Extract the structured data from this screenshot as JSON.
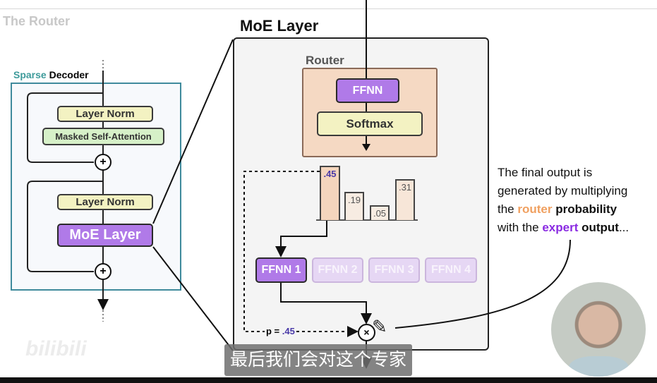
{
  "page_title": "The Router",
  "decoder": {
    "label_sparse": "Sparse",
    "label_decoder": "Decoder",
    "layer_norm_1": "Layer Norm",
    "masked_attention": "Masked Self-Attention",
    "layer_norm_2": "Layer Norm",
    "moe_layer": "MoE Layer"
  },
  "moe_panel": {
    "title": "MoE Layer",
    "router_label": "Router",
    "ffnn": "FFNN",
    "softmax": "Softmax",
    "probabilities": [
      ".45",
      ".19",
      ".05",
      ".31"
    ],
    "probability_values": [
      0.45,
      0.19,
      0.05,
      0.31
    ],
    "experts": [
      "FFNN 1",
      "FFNN 2",
      "FFNN 3",
      "FFNN 4"
    ],
    "selected_expert": "FFNN 1",
    "p_label": "p =",
    "p_value": ".45"
  },
  "annotation": {
    "line1": "The final output is",
    "line2": "generated by multiplying",
    "line3_a": "the",
    "line3_router": "router",
    "line3_prob": "probability",
    "line4_a": "with the",
    "line4_expert": "expert",
    "line4_output": "output",
    "line4_ellipsis": "..."
  },
  "subtitle": "最后我们会对这个专家",
  "watermark": "bilibili",
  "colors": {
    "router": "#f0a060",
    "expert": "#8a2be2",
    "teal": "#3d9a9a",
    "accent_purple": "#b07ae8"
  }
}
